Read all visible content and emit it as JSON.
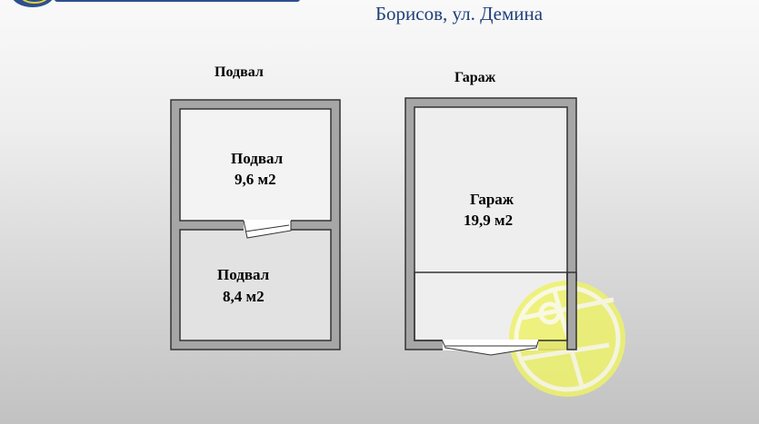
{
  "header": {
    "title": "Борисов, ул. Демина"
  },
  "sections": {
    "basement": {
      "label": "Подвал"
    },
    "garage": {
      "label": "Гараж"
    }
  },
  "rooms": [
    {
      "name": "Подвал",
      "area": "9,6 м2"
    },
    {
      "name": "Подвал",
      "area": "8,4 м2"
    },
    {
      "name": "Гараж",
      "area": "19,9 м2"
    }
  ],
  "colors": {
    "wall": "#a6a6a6",
    "outline": "#333333",
    "title": "#1f3f7a",
    "watermark": "#eef26a"
  }
}
